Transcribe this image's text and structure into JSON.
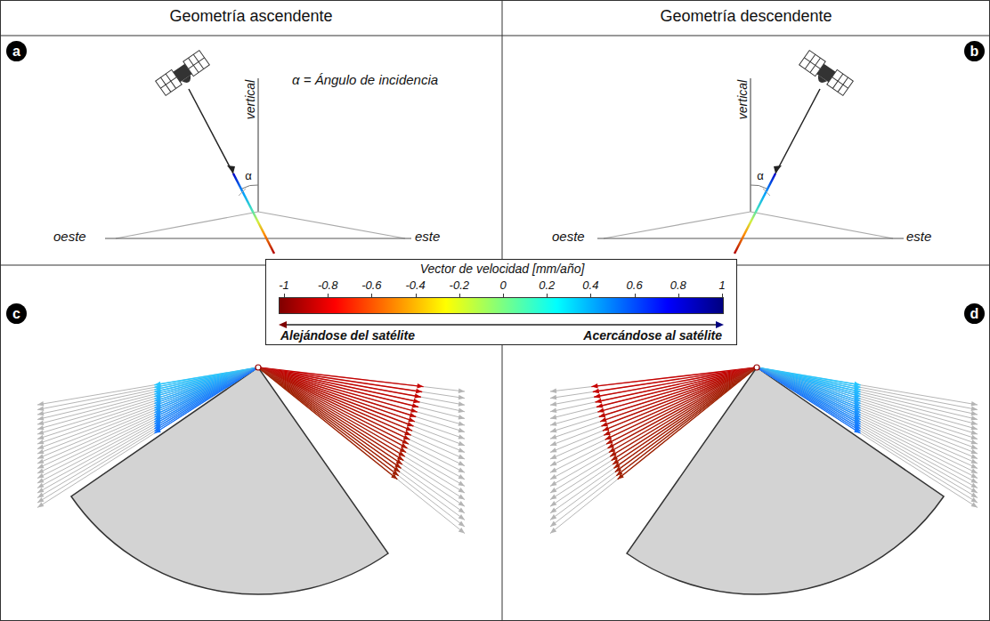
{
  "diagram": {
    "nodes": [
      {
        "text": [
          "a"
        ]
      },
      {
        "text": [
          "b"
        ]
      },
      {
        "text": [
          "Vector de velocidad [mm/año]",
          "-1",
          "-0.8",
          "-0.6",
          "-0.4",
          "-0.2",
          "0",
          "0.2",
          "0.4",
          "0.6",
          "0.8",
          "1",
          "Alejándose del satélite",
          "Acercándose al satélite"
        ]
      },
      {
        "text": [
          "c"
        ]
      },
      {
        "text": [
          "d"
        ]
      }
    ],
    "labels": [
      "Geometría ascendente",
      "Geometría descendente",
      "vertical",
      "α = Ángulo de incidencia",
      "α",
      "oeste",
      "este",
      "vertical",
      "α",
      "oeste",
      "este"
    ]
  }
}
